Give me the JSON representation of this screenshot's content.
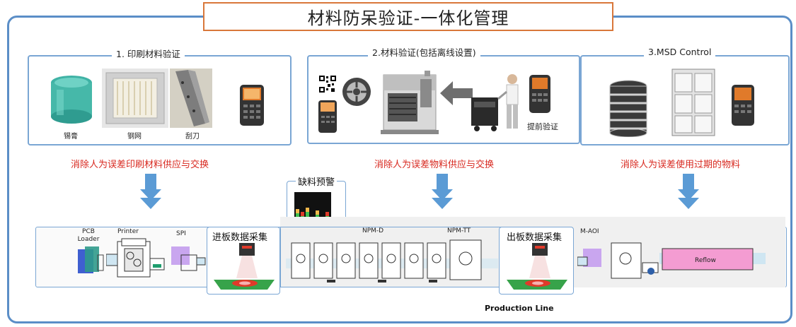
{
  "title": "材料防呆验证-一体化管理",
  "panels": [
    {
      "label": "1. 印刷材料验证",
      "captions": [
        "锡膏",
        "钢网",
        "刮刀"
      ],
      "note": "消除人为误差印刷材料供应与交换"
    },
    {
      "label": "2.材料验证(包括离线设置)",
      "captions": [
        "提前验证"
      ],
      "note": "消除人为误差物料供应与交换"
    },
    {
      "label": "3.MSD Control",
      "captions": [],
      "note": "消除人为误差使用过期的物料"
    }
  ],
  "shortage_warning": "缺料预警",
  "line": {
    "machines": [
      "PCB Loader",
      "Printer",
      "SPI",
      "NPM-D",
      "NPM-TT",
      "M-AOI",
      "Reflow"
    ],
    "inbound_label": "进板数据采集",
    "outbound_label": "出板数据采集",
    "caption": "Production Line"
  },
  "colors": {
    "frame": "#5b8ec7",
    "title_border": "#d9773a",
    "warning_red": "#d8281f",
    "arrow": "#5b9bd5"
  }
}
